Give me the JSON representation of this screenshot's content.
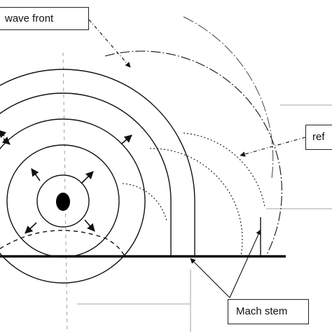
{
  "labels": {
    "wave_front": "wave front",
    "reflected": "ref",
    "mach_stem": "Mach stem"
  },
  "colors": {
    "line": "#111111",
    "guide": "#888888",
    "box_border": "#222222"
  }
}
